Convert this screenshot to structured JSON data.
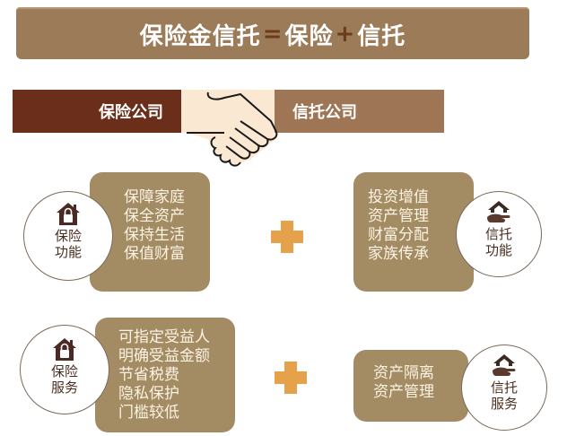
{
  "title": {
    "part1": "保险金信托",
    "equals": "=",
    "part2": "保险",
    "plus": "+",
    "part3": "信托"
  },
  "companies": {
    "left": "保险公司",
    "right": "信托公司",
    "center_icon": "handshake-icon"
  },
  "sections": {
    "insurance_function": {
      "badge_line1": "保险",
      "badge_line2": "功能",
      "icon": "house-lock-icon",
      "items": [
        "保障家庭",
        "保全资产",
        "保持生活",
        "保值财富"
      ]
    },
    "trust_function": {
      "badge_line1": "信托",
      "badge_line2": "功能",
      "icon": "house-hand-icon",
      "items": [
        "投资增值",
        "资产管理",
        "财富分配",
        "家族传承"
      ]
    },
    "insurance_service": {
      "badge_line1": "保险",
      "badge_line2": "服务",
      "icon": "house-lock-icon",
      "items": [
        "可指定受益人",
        "明确受益金额",
        "节省税费",
        "隐私保护",
        "门槛较低"
      ]
    },
    "trust_service": {
      "badge_line1": "信托",
      "badge_line2": "服务",
      "icon": "house-hand-icon",
      "items": [
        "资产隔离",
        "资产管理"
      ]
    }
  },
  "colors": {
    "title_bg": "#9b7b58",
    "insurance_company": "#6b2e1a",
    "trust_company": "#9e7555",
    "panel_bg": "#a38b64",
    "plus": "#e6a24a",
    "handshake_bg": "#fbe8d3"
  }
}
